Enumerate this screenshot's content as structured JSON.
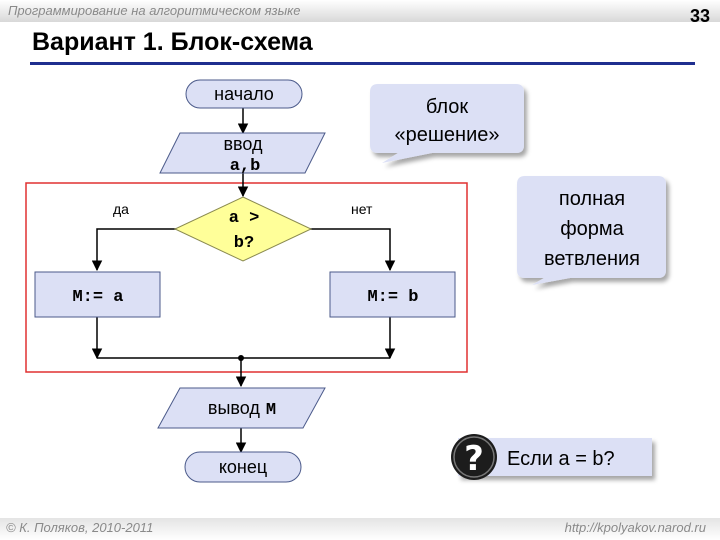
{
  "header": {
    "course": "Программирование на алгоритмическом языке",
    "page_number": "33"
  },
  "title": "Вариант 1. Блок-схема",
  "flowchart": {
    "start": "начало",
    "input_line1": "ввод",
    "input_line2": "a,b",
    "condition_line1": "a >",
    "condition_line2": "b?",
    "yes_label": "да",
    "no_label": "нет",
    "left_assign": "M:= a",
    "right_assign": "M:= b",
    "output_word": "вывод",
    "output_var": "M",
    "end": "конец"
  },
  "callouts": {
    "decision_line1": "блок",
    "decision_line2": "«решение»",
    "full_line1": "полная",
    "full_line2": "форма",
    "full_line3": "ветвления",
    "question_text": "Если a = b?",
    "question_icon": "question-mark-icon"
  },
  "footer": {
    "author": "© К. Поляков, 2010-2011",
    "url": "http://kpolyakov.narod.ru"
  },
  "colors": {
    "shape_fill": "#dce0f5",
    "shape_stroke": "#4b5a8a",
    "highlight_frame": "#e03030",
    "title_underline": "#1f2f8f",
    "decision_fill": "#ffff99",
    "question_badge": "#1c1c1c"
  }
}
